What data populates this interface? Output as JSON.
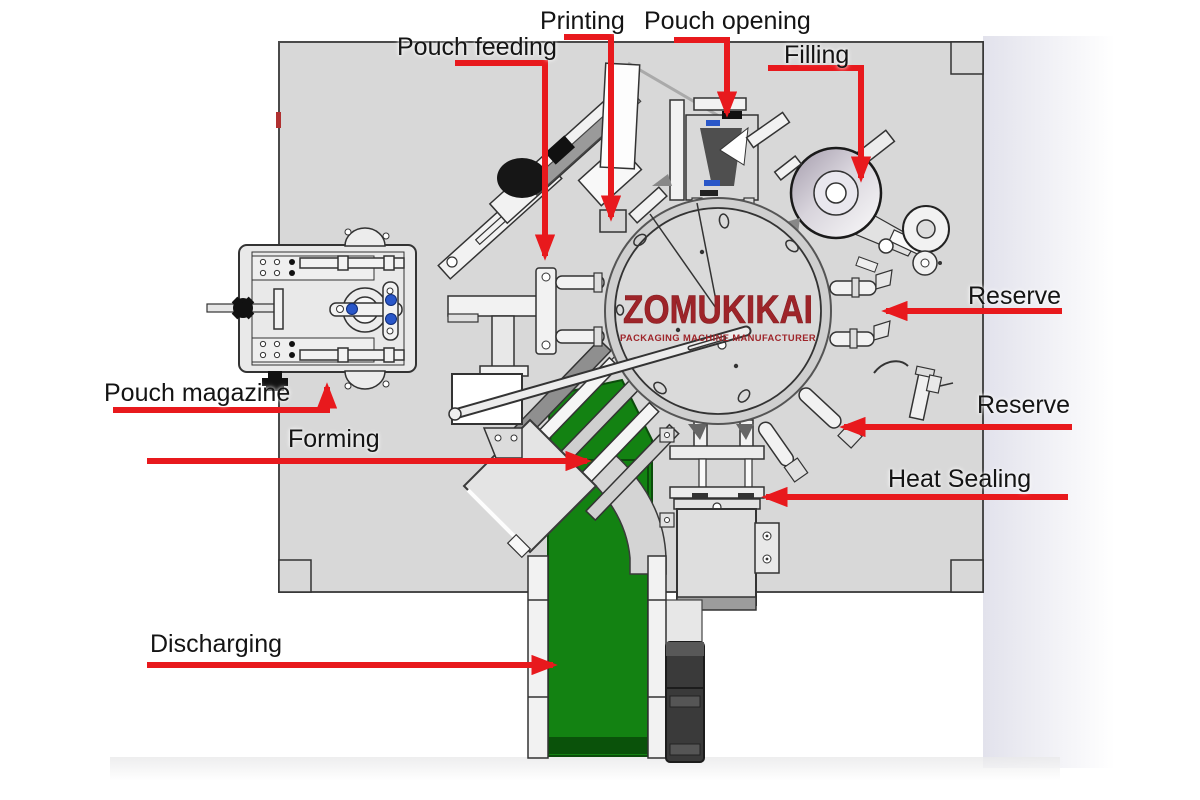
{
  "diagram": {
    "title_context": "Pouch packaging machine top view diagram",
    "brand": {
      "name": "ZOMUKIKAI",
      "subtitle": "PACKAGING MACHINE MANUFACTURER"
    },
    "labels": [
      {
        "id": "pouch-feeding",
        "text": "Pouch feeding"
      },
      {
        "id": "printing",
        "text": "Printing"
      },
      {
        "id": "pouch-opening",
        "text": "Pouch opening"
      },
      {
        "id": "filling",
        "text": "Filling"
      },
      {
        "id": "reserve-upper",
        "text": "Reserve"
      },
      {
        "id": "reserve-lower",
        "text": "Reserve"
      },
      {
        "id": "heat-sealing",
        "text": "Heat Sealing"
      },
      {
        "id": "pouch-magazine",
        "text": "Pouch magazine"
      },
      {
        "id": "forming",
        "text": "Forming"
      },
      {
        "id": "discharging",
        "text": "Discharging"
      }
    ],
    "colors": {
      "annotation_arrow": "#e8191d",
      "brand_red": "#9e2429",
      "table_gray": "#d8d8d8",
      "conveyor_green": "#138212",
      "conveyor_green_dark": "#0a520a",
      "motor_dark": "#3a3a3a",
      "bolt_blue": "#2a57c8"
    }
  }
}
